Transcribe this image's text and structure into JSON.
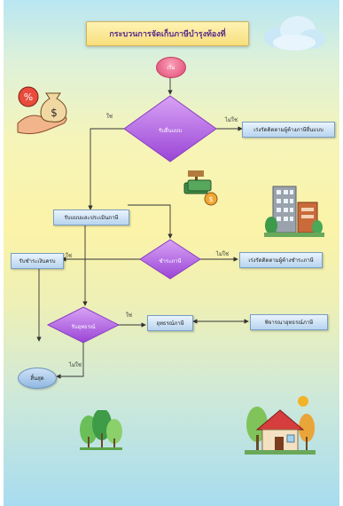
{
  "title": "กระบวนการจัดเก็บภาษีบำรุงท้องที่",
  "nodes": {
    "start": "เริ่ม",
    "decision_submit": "รับยื่นแบบ",
    "reminder_submit": "เร่งรัดติดตามผู้ค้างภาษียื่นแบบ",
    "assess": "รับแบบและประเมินภาษี",
    "decision_pay": "ชำระภาษี",
    "reminder_pay": "เร่งรัดติดตามผู้ค้างชำระภาษี",
    "receive_full": "รับชำระเงินครบ",
    "decision_appeal": "รับอุทธรณ์",
    "appeal": "อุทธรณ์ภาษี",
    "consider_appeal": "พิจารณาอุทธรณ์ภาษี",
    "end": "สิ้นสุด"
  },
  "edge_labels": {
    "submit_yes": "ใช่",
    "submit_no": "ไม่ใช่",
    "pay_yes": "ใช่",
    "pay_no": "ไม่ใช่",
    "appeal_yes": "ใช่",
    "appeal_no": "ไม่ใช่"
  },
  "colors": {
    "decision": "#b35ee6",
    "process": "#b7d4ef",
    "start": "#e04a76",
    "title_text": "#5a2a86"
  }
}
